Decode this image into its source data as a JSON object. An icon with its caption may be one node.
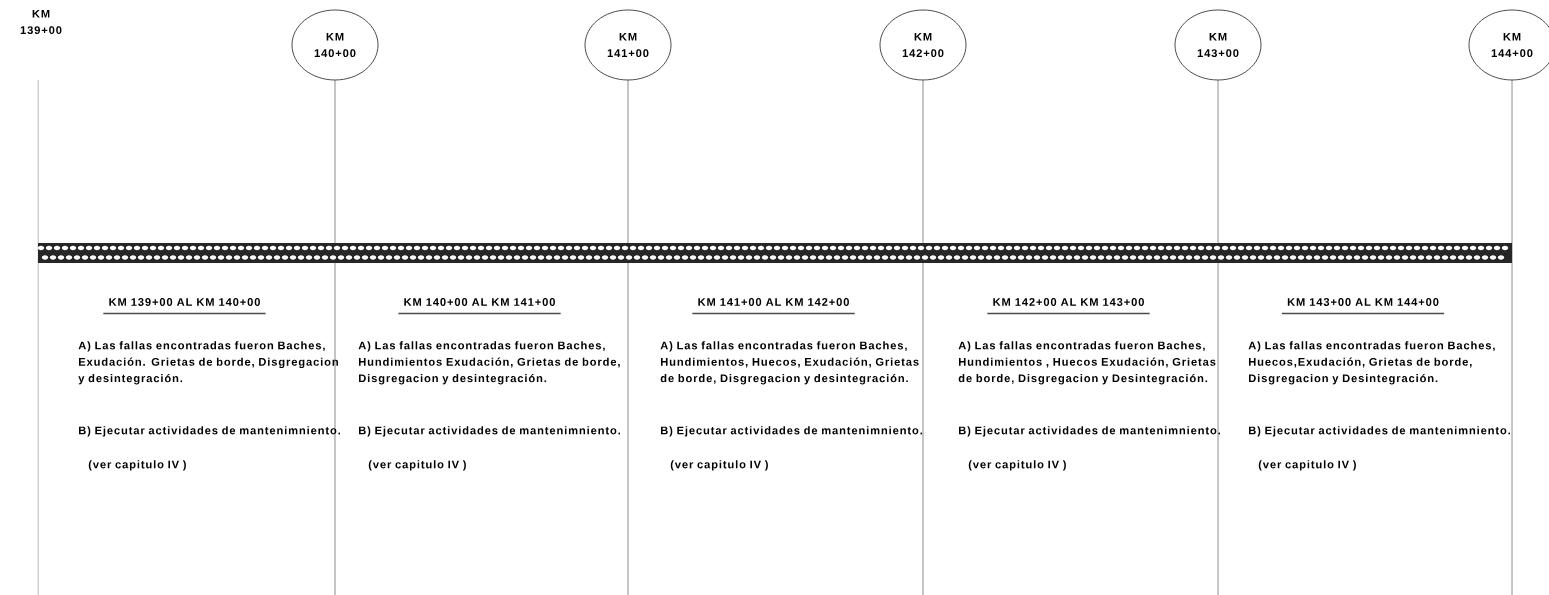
{
  "diagram": {
    "nodes": [
      {
        "text": [
          "KM 139+00"
        ]
      },
      {
        "text": [
          "KM 140+00"
        ]
      },
      {
        "text": [
          "KM 141+00"
        ]
      },
      {
        "text": [
          "KM 142+00"
        ]
      },
      {
        "text": [
          "KM 143+00"
        ]
      },
      {
        "text": [
          "KM 144+00"
        ]
      }
    ],
    "labels": [
      "KM 139+00 AL KM 140+00",
      "A) Las fallas encontradas fueron Baches, Exudación. Grietas de borde, Disgregacion y desintegración.",
      "B) Ejecutar actividades de mantenimniento.",
      "(ver capitulo IV )",
      "KM 140+00 AL KM 141+00",
      "A) Las fallas encontradas fueron Baches, Hundimientos Exudación, Grietas de borde, Disgregacion y desintegración.",
      "B) Ejecutar actividades de mantenimniento.",
      "(ver capitulo IV )",
      "KM 141+00 AL KM 142+00",
      "A) Las fallas encontradas fueron Baches, Hundimientos, Huecos, Exudación, Grietas de borde, Disgregacion y desintegración.",
      "B) Ejecutar actividades de mantenimniento.",
      "(ver capitulo IV )",
      "KM 142+00 AL KM 143+00",
      "A) Las fallas encontradas fueron Baches, Hundimientos , Huecos Exudación, Grietas de borde, Disgregacion y Desintegración.",
      "B) Ejecutar actividades de mantenimniento.",
      "(ver capitulo IV )",
      "KM 143+00 AL KM 144+00",
      "A) Las fallas encontradas fueron Baches, Huecos,Exudación, Grietas de borde, Disgregacion y Desintegración.",
      "B) Ejecutar actividades de mantenimniento.",
      "(ver capitulo IV )"
    ]
  }
}
